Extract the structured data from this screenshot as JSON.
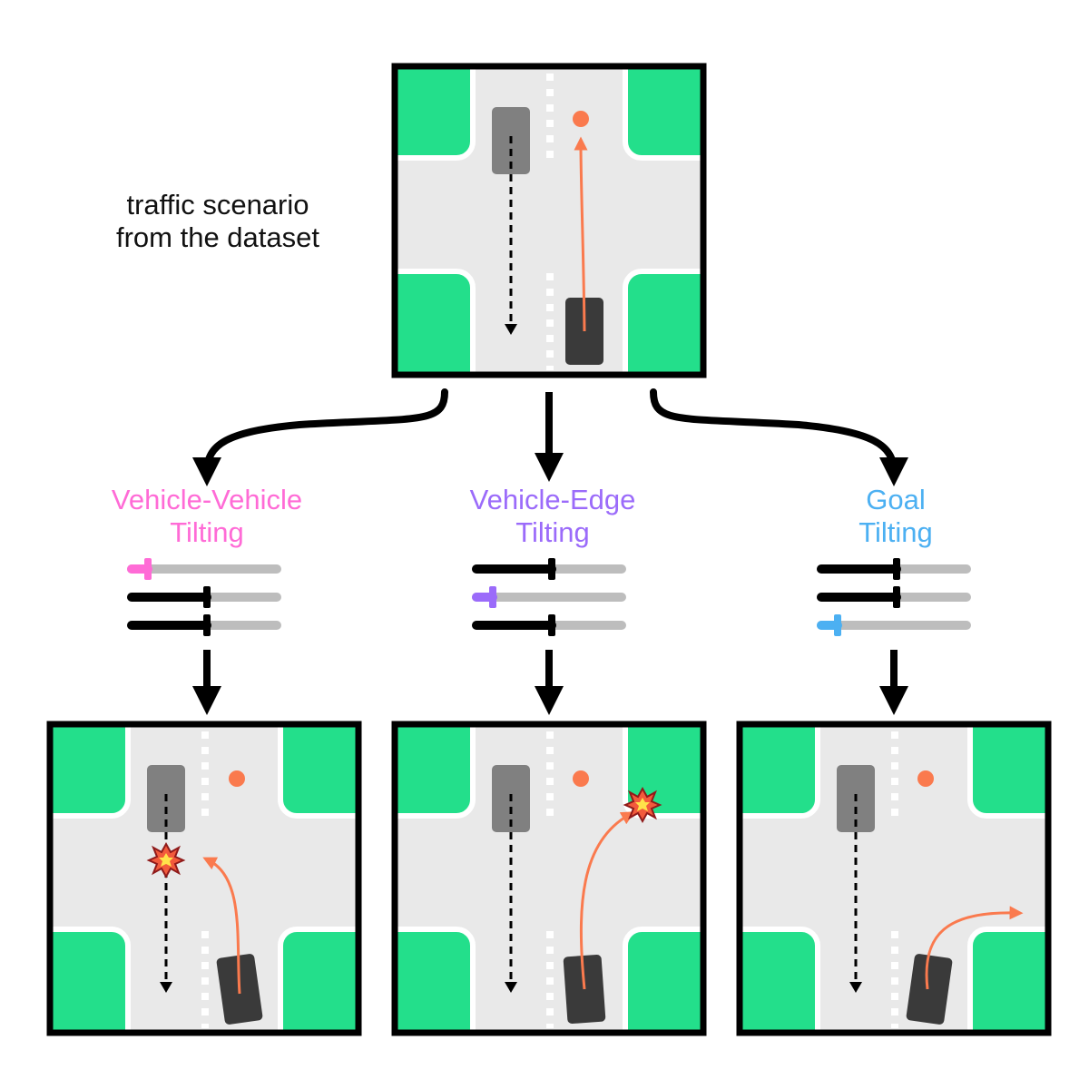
{
  "caption": {
    "line1": "traffic scenario",
    "line2": "from the dataset"
  },
  "columns": [
    {
      "title_line1": "Vehicle-Vehicle",
      "title_line2": "Tilting",
      "color": "#ff6bd6",
      "tilted_slider": 1
    },
    {
      "title_line1": "Vehicle-Edge",
      "title_line2": "Tilting",
      "color": "#9b6bfa",
      "tilted_slider": 2
    },
    {
      "title_line1": "Goal",
      "title_line2": "Tilting",
      "color": "#4cb0f2",
      "tilted_slider": 3
    }
  ],
  "colors": {
    "grass": "#23df8b",
    "road": "#e9e9e9",
    "agent_car": "#808080",
    "ego_car": "#3a3a3a",
    "ego_path": "#fa7a4e",
    "goal": "#fa7a4e",
    "slider_track": "#bdbdbd",
    "frame": "#000000"
  },
  "icons": {
    "collision": "explosion-icon",
    "goal": "goal-marker"
  }
}
